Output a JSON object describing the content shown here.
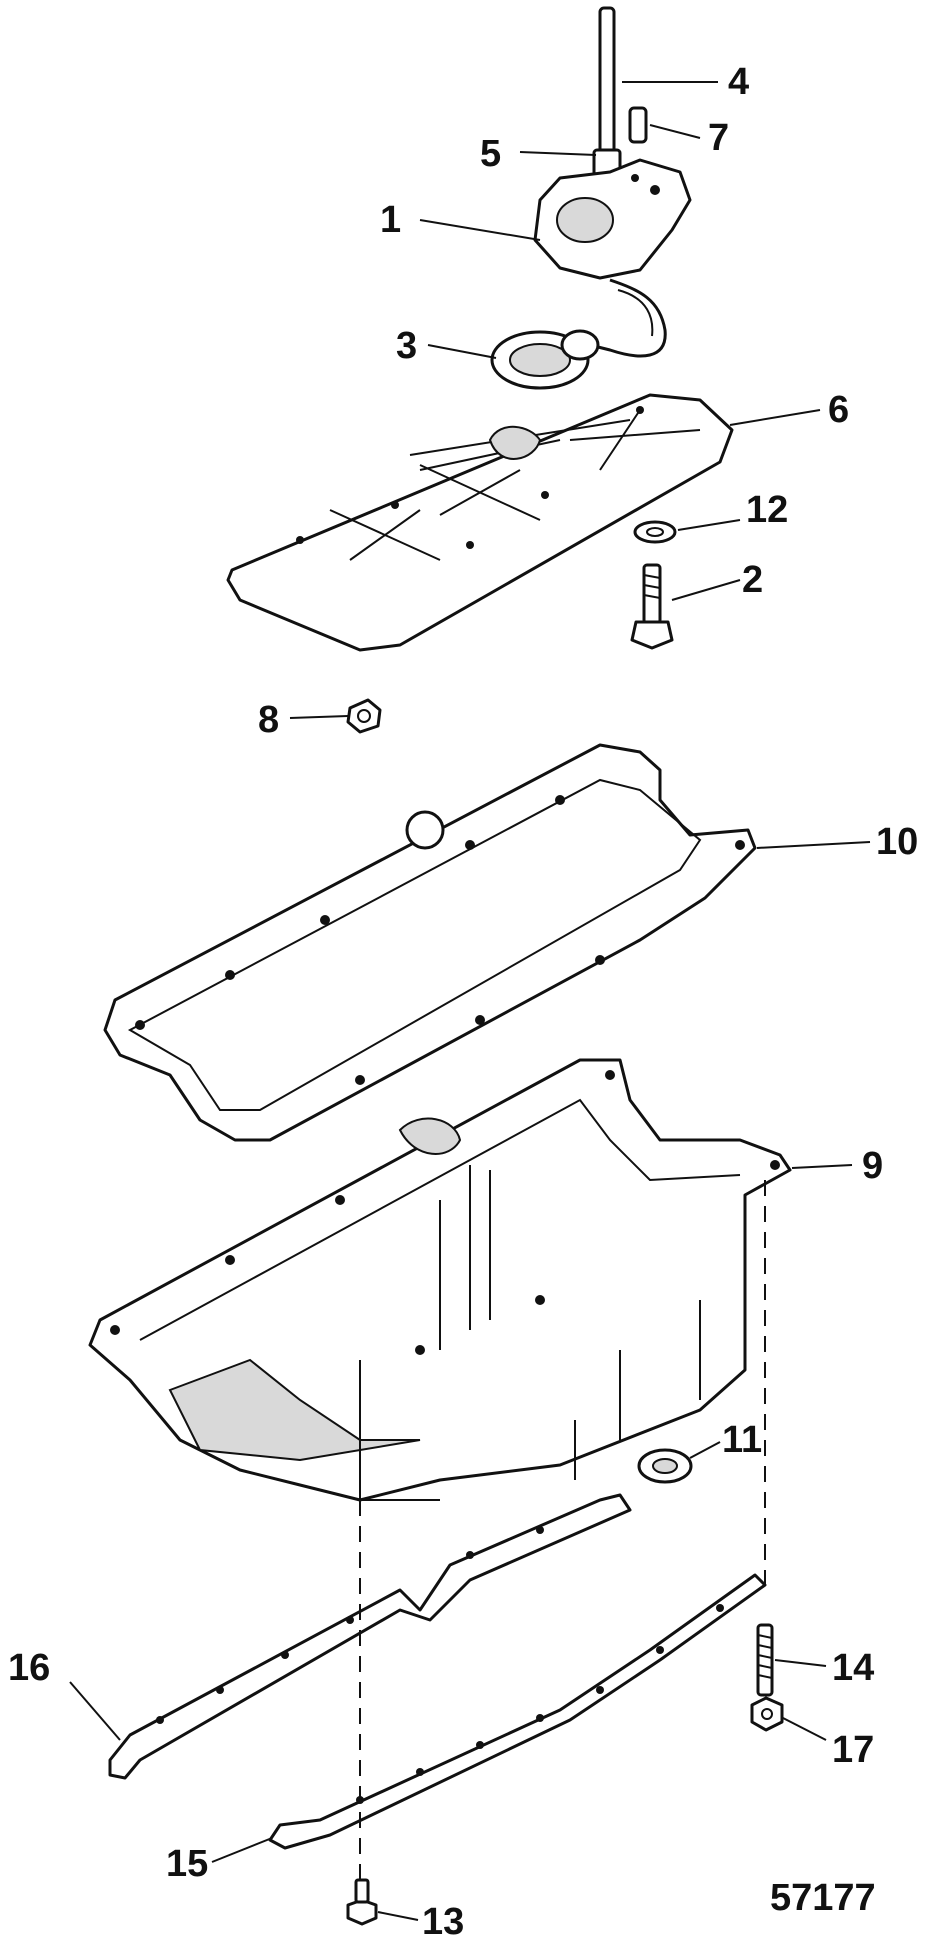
{
  "colors": {
    "line": "#111111",
    "background": "#ffffff",
    "shade": "#d9d9d9"
  },
  "callouts": {
    "c1": "1",
    "c2": "2",
    "c3": "3",
    "c4": "4",
    "c5": "5",
    "c6": "6",
    "c7": "7",
    "c8": "8",
    "c9": "9",
    "c10": "10",
    "c11": "11",
    "c12": "12",
    "c13": "13",
    "c14": "14",
    "c15": "15",
    "c16": "16",
    "c17": "17"
  },
  "figure_id": "57177"
}
